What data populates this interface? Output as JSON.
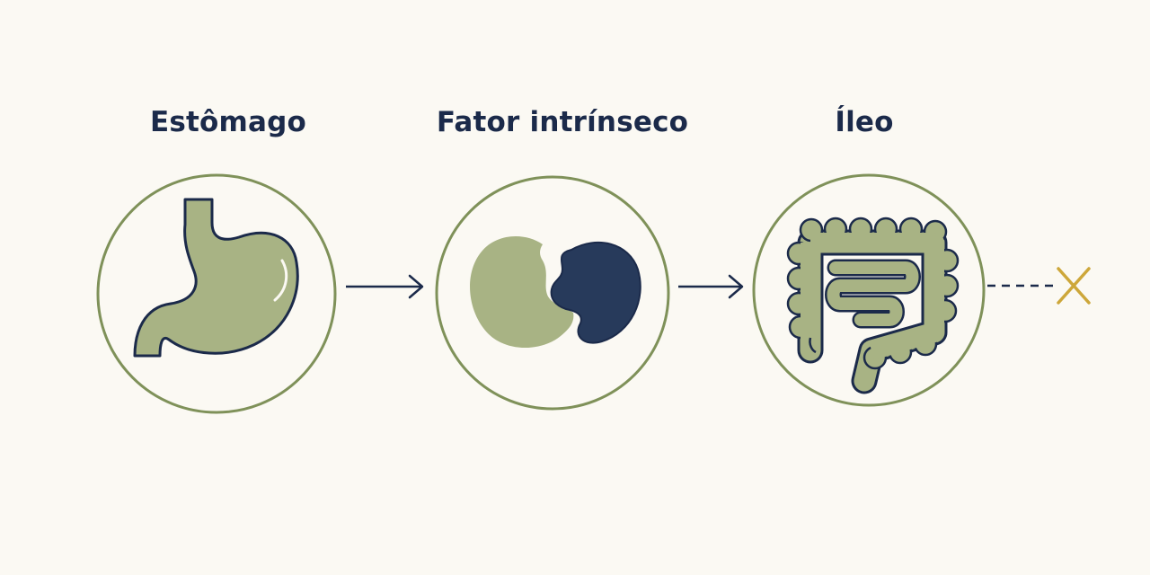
{
  "steps": [
    {
      "label": "Estômago",
      "icon": "stomach-icon"
    },
    {
      "label": "Fator intrínseco",
      "icon": "intrinsic-factor-binding-icon"
    },
    {
      "label": "Íleo",
      "icon": "intestine-icon"
    }
  ],
  "terminal_marker": "x-mark-icon",
  "colors": {
    "background": "#fbf9f3",
    "circle_stroke": "#7f9159",
    "organ_fill": "#a8b384",
    "navy": "#1b2a4a",
    "x_mark": "#cda73a"
  }
}
